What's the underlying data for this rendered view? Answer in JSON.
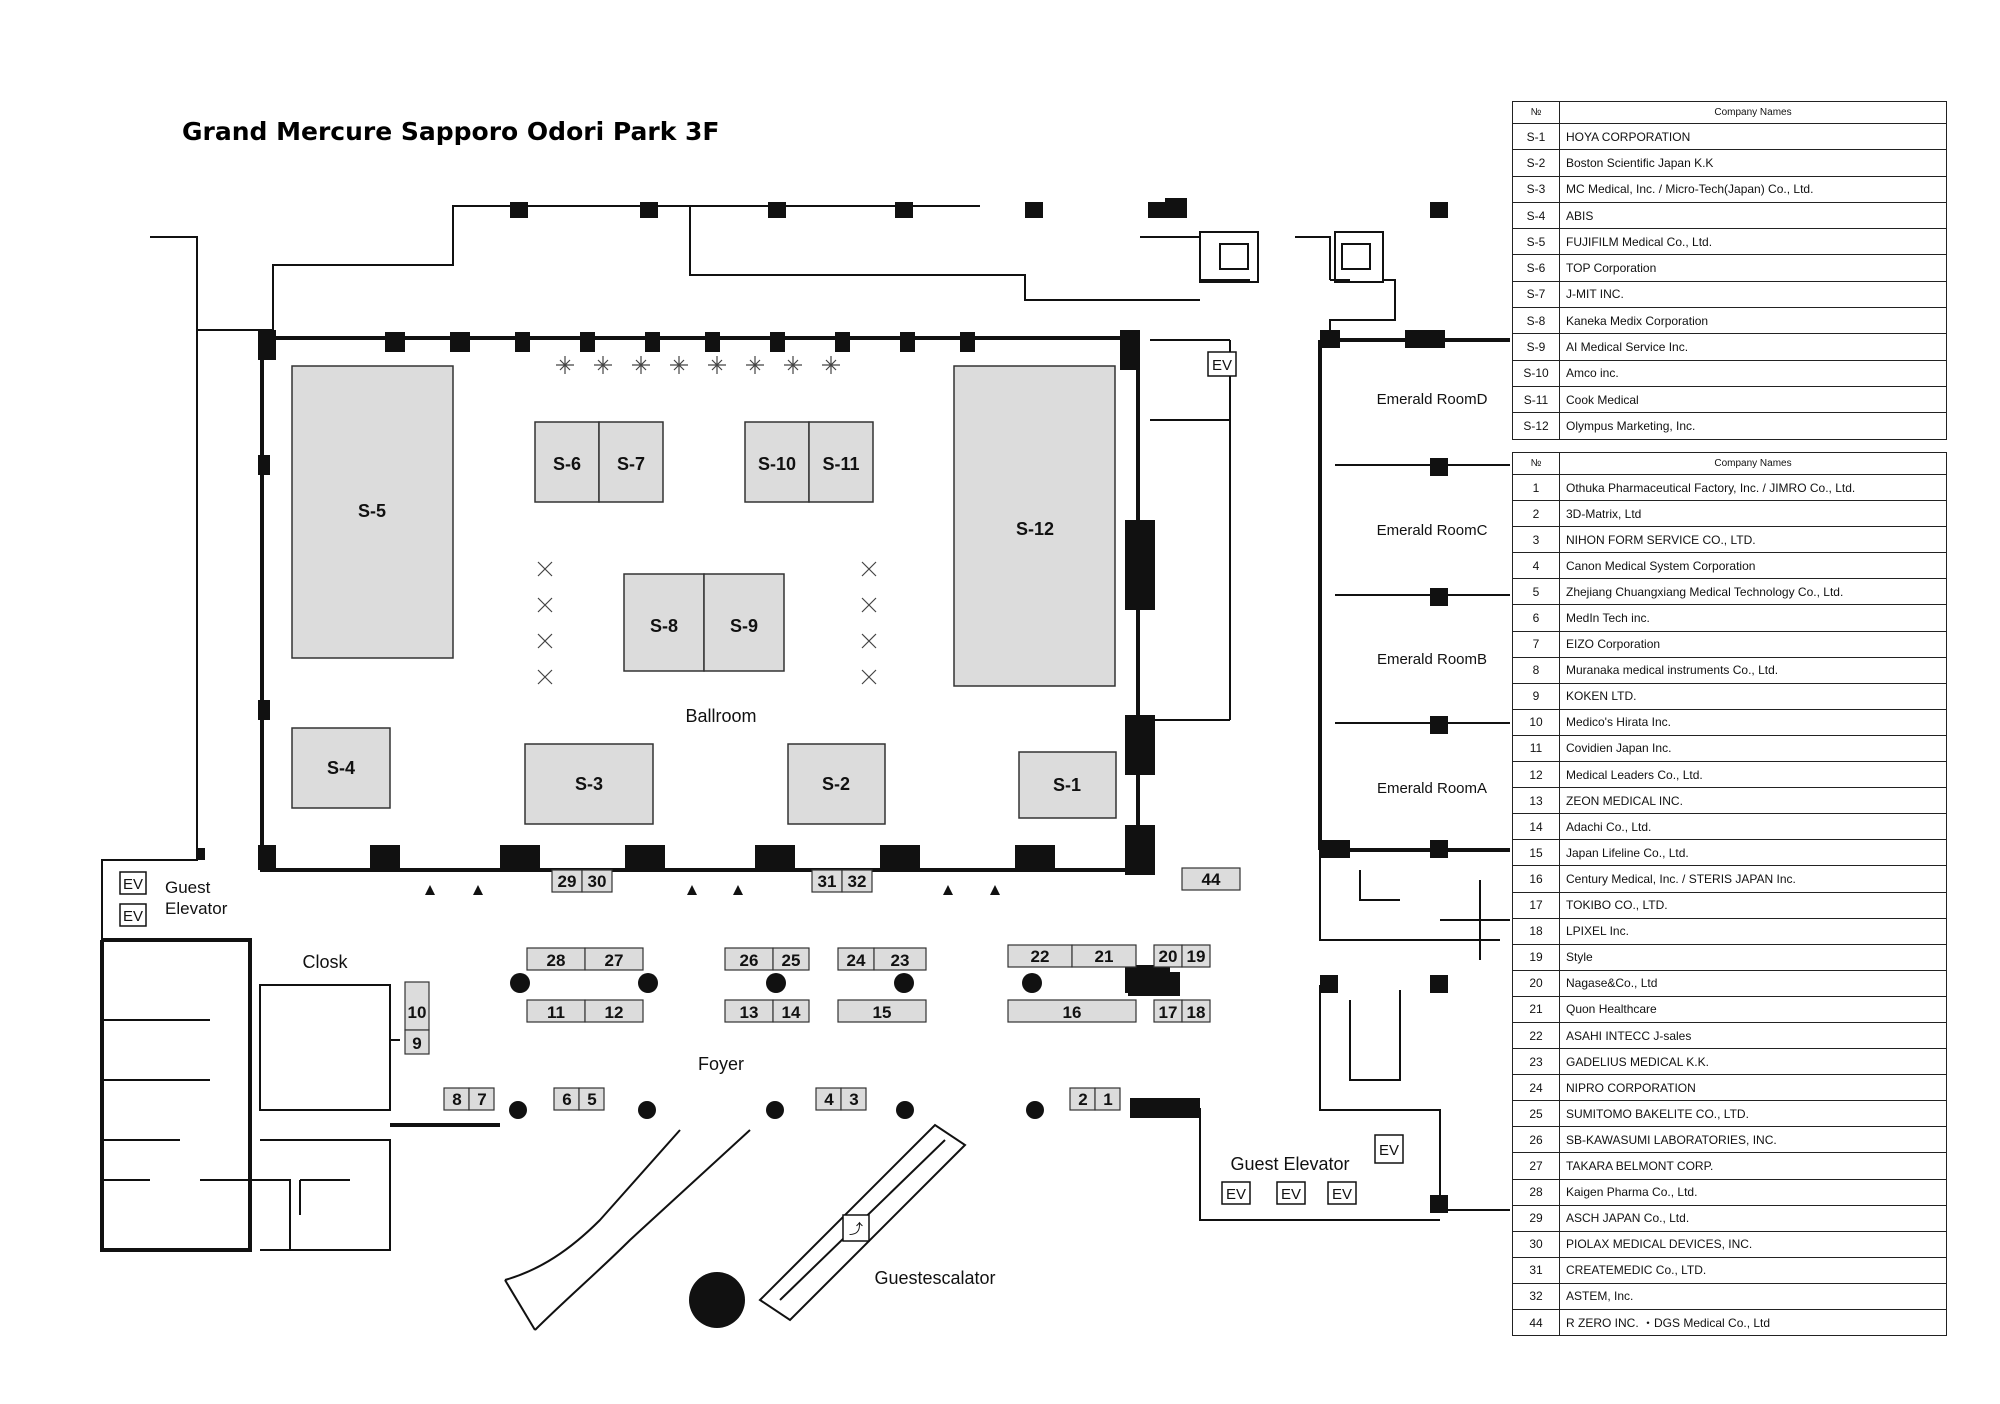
{
  "title": "Grand Mercure Sapporo Odori Park 3F",
  "rooms": {
    "ballroom": "Ballroom",
    "foyer": "Foyer",
    "closk": "Closk",
    "emerald_d": "Emerald RoomD",
    "emerald_c": "Emerald RoomC",
    "emerald_b": "Emerald RoomB",
    "emerald_a": "Emerald RoomA",
    "guest_elevator_left": "Guest\nElevator",
    "guest_elevator_left_1": "Guest",
    "guest_elevator_left_2": "Elevator",
    "guest_elevator_right": "Guest Elevator",
    "guestescalator": "Guestescalator",
    "ev": "EV"
  },
  "booth_labels": {
    "s1": "S-1",
    "s2": "S-2",
    "s3": "S-3",
    "s4": "S-4",
    "s5": "S-5",
    "s6": "S-6",
    "s7": "S-7",
    "s8": "S-8",
    "s9": "S-9",
    "s10": "S-10",
    "s11": "S-11",
    "s12": "S-12",
    "b1": "1",
    "b2": "2",
    "b3": "3",
    "b4": "4",
    "b5": "5",
    "b6": "6",
    "b7": "7",
    "b8": "8",
    "b9": "9",
    "b10": "10",
    "b11": "11",
    "b12": "12",
    "b13": "13",
    "b14": "14",
    "b15": "15",
    "b16": "16",
    "b17": "17",
    "b18": "18",
    "b19": "19",
    "b20": "20",
    "b21": "21",
    "b22": "22",
    "b23": "23",
    "b24": "24",
    "b25": "25",
    "b26": "26",
    "b27": "27",
    "b28": "28",
    "b29": "29",
    "b30": "30",
    "b31": "31",
    "b32": "32",
    "b44": "44"
  },
  "legend_headers": {
    "no": "№",
    "company": "Company Names"
  },
  "sponsors": [
    {
      "no": "S-1",
      "name": "HOYA CORPORATION"
    },
    {
      "no": "S-2",
      "name": "Boston Scientific Japan K.K"
    },
    {
      "no": "S-3",
      "name": "MC Medical, Inc. / Micro-Tech(Japan) Co., Ltd."
    },
    {
      "no": "S-4",
      "name": "ABIS"
    },
    {
      "no": "S-5",
      "name": "FUJIFILM Medical Co., Ltd."
    },
    {
      "no": "S-6",
      "name": "TOP Corporation"
    },
    {
      "no": "S-7",
      "name": "J-MIT INC."
    },
    {
      "no": "S-8",
      "name": "Kaneka Medix Corporation"
    },
    {
      "no": "S-9",
      "name": "AI Medical Service Inc."
    },
    {
      "no": "S-10",
      "name": "Amco inc."
    },
    {
      "no": "S-11",
      "name": "Cook Medical"
    },
    {
      "no": "S-12",
      "name": "Olympus Marketing, Inc."
    }
  ],
  "exhibitors": [
    {
      "no": "1",
      "name": "Othuka Pharmaceutical Factory, Inc. / JIMRO Co., Ltd."
    },
    {
      "no": "2",
      "name": "3D-Matrix, Ltd"
    },
    {
      "no": "3",
      "name": "NIHON FORM SERVICE CO., LTD."
    },
    {
      "no": "4",
      "name": "Canon Medical System Corporation"
    },
    {
      "no": "5",
      "name": "Zhejiang Chuangxiang Medical Technology Co., Ltd."
    },
    {
      "no": "6",
      "name": "MedIn Tech inc."
    },
    {
      "no": "7",
      "name": "EIZO Corporation"
    },
    {
      "no": "8",
      "name": "Muranaka medical instruments Co., Ltd."
    },
    {
      "no": "9",
      "name": "KOKEN LTD."
    },
    {
      "no": "10",
      "name": " Medico's Hirata Inc."
    },
    {
      "no": "11",
      "name": "Covidien Japan Inc."
    },
    {
      "no": "12",
      "name": " Medical Leaders Co., Ltd."
    },
    {
      "no": "13",
      "name": "ZEON MEDICAL INC."
    },
    {
      "no": "14",
      "name": " Adachi Co., Ltd."
    },
    {
      "no": "15",
      "name": "Japan Lifeline Co., Ltd."
    },
    {
      "no": "16",
      "name": "Century Medical, Inc. / STERIS JAPAN Inc."
    },
    {
      "no": "17",
      "name": "TOKIBO CO., LTD."
    },
    {
      "no": "18",
      "name": "LPIXEL Inc."
    },
    {
      "no": "19",
      "name": "Style"
    },
    {
      "no": "20",
      "name": "Nagase&Co., Ltd"
    },
    {
      "no": "21",
      "name": "Quon Healthcare"
    },
    {
      "no": "22",
      "name": "ASAHI INTECC J-sales"
    },
    {
      "no": "23",
      "name": "GADELIUS MEDICAL K.K."
    },
    {
      "no": "24",
      "name": "NIPRO CORPORATION"
    },
    {
      "no": "25",
      "name": "SUMITOMO BAKELITE CO., LTD."
    },
    {
      "no": "26",
      "name": "SB-KAWASUMI LABORATORIES, INC."
    },
    {
      "no": "27",
      "name": "TAKARA BELMONT CORP."
    },
    {
      "no": "28",
      "name": "Kaigen Pharma Co., Ltd."
    },
    {
      "no": "29",
      "name": "ASCH JAPAN Co., Ltd."
    },
    {
      "no": "30",
      "name": "PIOLAX MEDICAL DEVICES, INC."
    },
    {
      "no": "31",
      "name": "CREATEMEDIC Co., LTD."
    },
    {
      "no": "32",
      "name": "ASTEM, Inc."
    },
    {
      "no": "44",
      "name": "R ZERO INC. ・DGS Medical Co., Ltd"
    }
  ]
}
